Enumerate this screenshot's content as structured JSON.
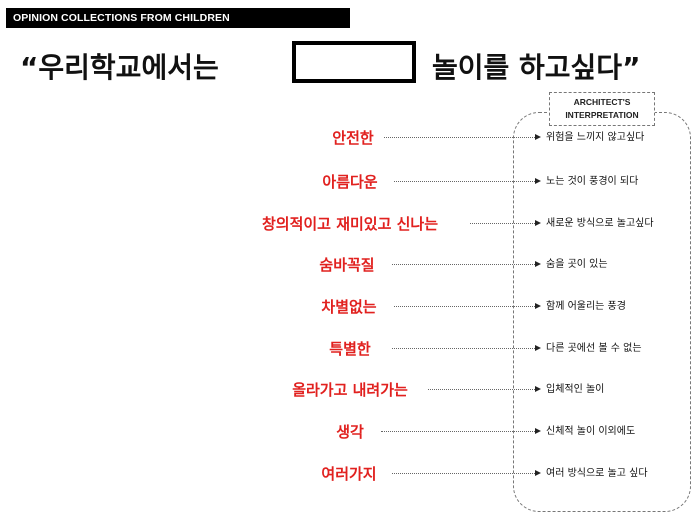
{
  "header": {
    "label": "OPINION COLLECTIONS FROM CHILDREN"
  },
  "title": {
    "before": "“우리학교에서는",
    "after": "놀이를 하고싶다”"
  },
  "architect": {
    "line1": "ARCHITECT'S",
    "line2": "INTERPRETATION"
  },
  "rows": [
    {
      "keyword": "안전한",
      "interpretation": "위험을 느끼지 않고싶다"
    },
    {
      "keyword": "아름다운",
      "interpretation": "노는 것이 풍경이 되다"
    },
    {
      "keyword": "창의적이고 재미있고 신나는",
      "interpretation": "새로운 방식으로 놀고싶다"
    },
    {
      "keyword": "숨바꼭질",
      "interpretation": "숨을 곳이 있는"
    },
    {
      "keyword": "차별없는",
      "interpretation": "함께 어울리는 풍경"
    },
    {
      "keyword": "특별한",
      "interpretation": "다른 곳에선 볼 수 없는"
    },
    {
      "keyword": "올라가고 내려가는",
      "interpretation": "입체적인 놀이"
    },
    {
      "keyword": "생각",
      "interpretation": "신체적 놀이 이외에도"
    },
    {
      "keyword": "여러가지",
      "interpretation": "여러 방식으로 놀고 싶다"
    }
  ],
  "colors": {
    "keyword": "#e1211f",
    "header_bg": "#000000"
  }
}
